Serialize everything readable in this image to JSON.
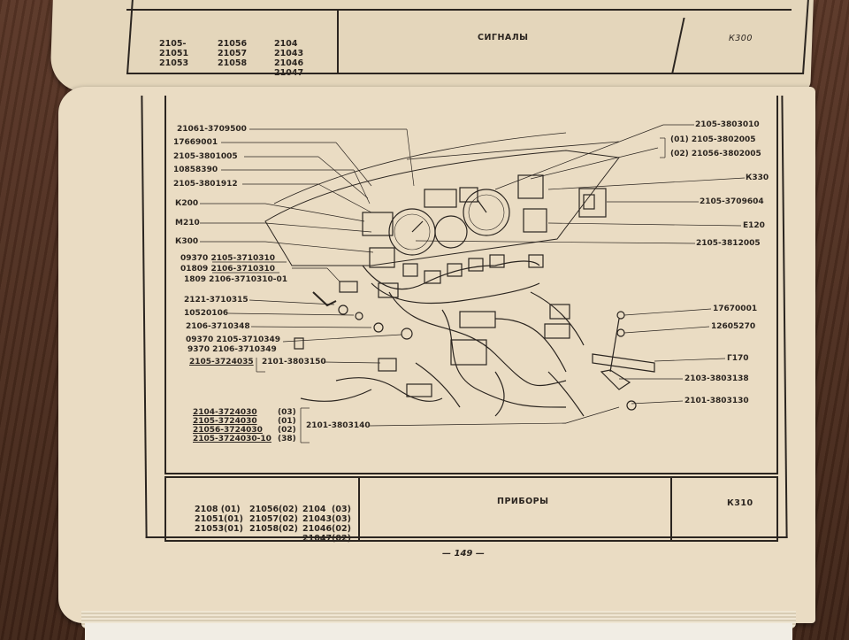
{
  "top_table": {
    "codes_col1": [
      "2105-",
      "21051",
      "21053"
    ],
    "codes_col2": [
      "21056",
      "21057",
      "21058"
    ],
    "codes_col3": [
      "2104",
      "21043",
      "21046",
      "21047"
    ],
    "title": "СИГНАЛЫ",
    "code": "К300"
  },
  "left_labels": [
    "21061-3709500",
    "17669001",
    "2105-3801005",
    "10858390",
    "2105-3801912",
    "К200",
    "М210",
    "К300",
    "09370 2105-3710310",
    "01809 2106-3710310",
    "1809 2106-3710310-01",
    "2121-3710315",
    "10520106",
    "2106-3710348",
    "09370 2105-3710349",
    "9370   2106-3710349",
    "2105-3724035",
    "2101-3803150"
  ],
  "bottom_left_list": [
    {
      "code": "2104-3724030",
      "qty": "(03)"
    },
    {
      "code": "2105-3724030",
      "qty": "(01)"
    },
    {
      "code": "21056-3724030",
      "qty": "(02)"
    },
    {
      "code": "2105-3724030-10",
      "qty": "(38)"
    }
  ],
  "center_label": "2101-3803140",
  "right_labels": [
    "2105-3803010",
    "(01)  2105-3802005",
    "(02)  21056-3802005",
    "К330",
    "2105-3709604",
    "Е120",
    "2105-3812005",
    "17670001",
    "12605270",
    "Г170",
    "2103-3803138",
    "2101-3803130"
  ],
  "bottom_table": {
    "rows": [
      [
        "2108 (01)",
        "21056(02)",
        "2104  (03)"
      ],
      [
        "21051(01)",
        "21057(02)",
        "21043(03)"
      ],
      [
        "21053(01)",
        "21058(02)",
        "21046(02)"
      ],
      [
        "",
        "",
        "21047(02)"
      ]
    ],
    "title": "ПРИБОРЫ",
    "code": "К310"
  },
  "page_number": "— 149 —"
}
